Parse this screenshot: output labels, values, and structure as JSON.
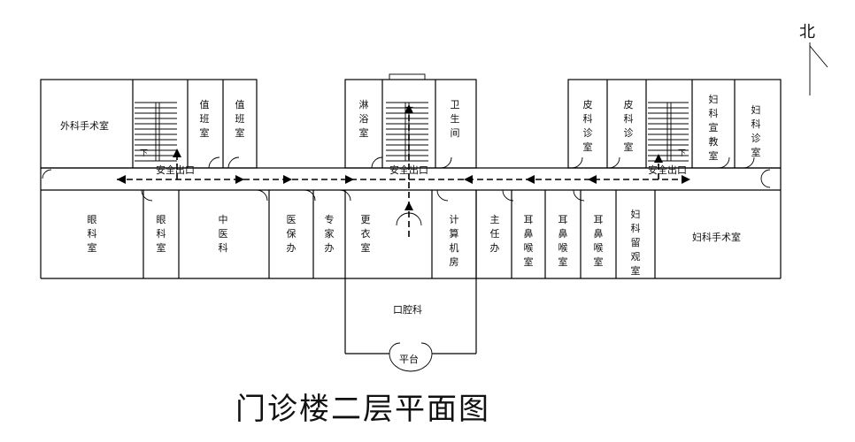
{
  "title": "门诊楼二层平面图",
  "north": "北",
  "exits": [
    "安全出口",
    "安全出口",
    "安全出口"
  ],
  "stair_mark": "下",
  "platform": "平台",
  "rooms": {
    "surgery_left": "外科手术室",
    "duty1": "值班室",
    "duty2": "值班室",
    "bath": "淋浴室",
    "toilet": "卫生间",
    "derm1": "皮科诊室",
    "derm2": "皮科诊室",
    "gyn_edu": "妇科宣教室",
    "gyn_clinic": "妇科诊室",
    "eye1": "眼科室",
    "eye2": "眼科室",
    "tcm": "中医科",
    "insurance": "医保办",
    "expert": "专家办",
    "changing": "更衣室",
    "computer": "计算机房",
    "director": "主任办",
    "ent1": "耳鼻喉室",
    "ent2": "耳鼻喉室",
    "ent3": "耳鼻喉室",
    "gyn_obs": "妇科留观室",
    "surgery_right": "妇科手术室",
    "dental": "口腔科"
  }
}
